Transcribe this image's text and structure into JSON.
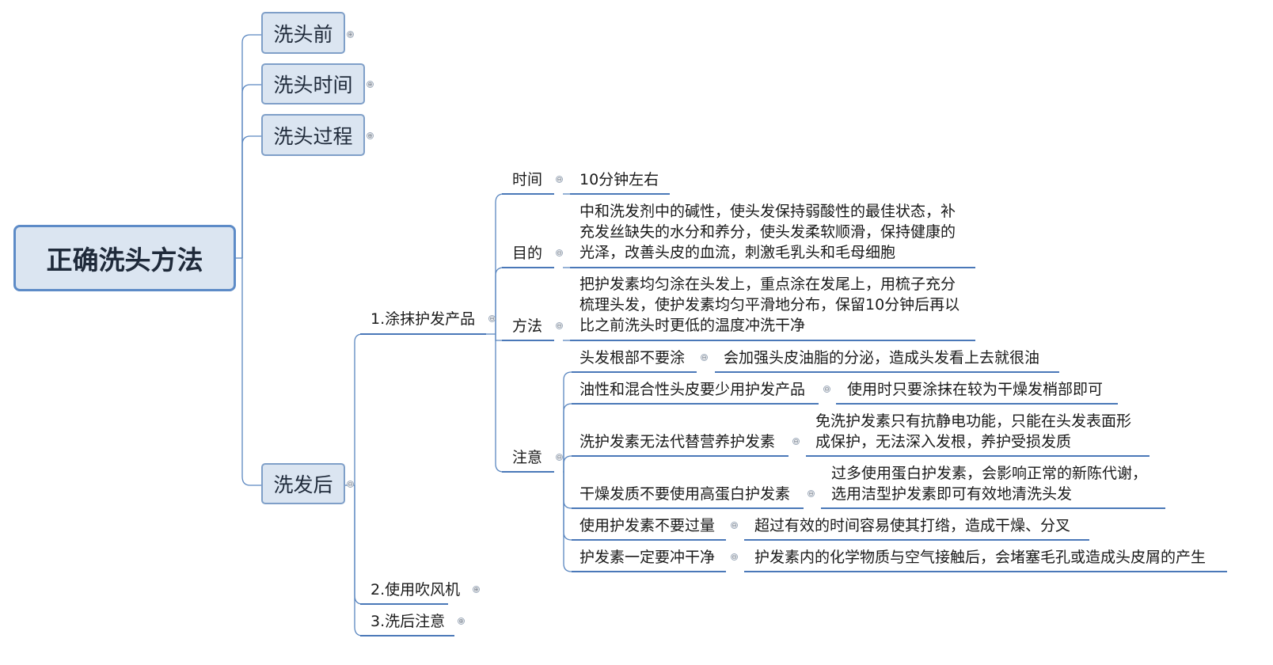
{
  "root": {
    "label": "正确洗头方法"
  },
  "main_topics": [
    {
      "label": "洗头前",
      "toggle": "⊕"
    },
    {
      "label": "洗头时间",
      "toggle": "⊕"
    },
    {
      "label": "洗头过程",
      "toggle": "⊕"
    },
    {
      "label": "洗发后",
      "toggle": "⊖"
    }
  ],
  "after_wash": {
    "branches": [
      {
        "label": "1.涂抹护发产品",
        "toggle": "⊖"
      },
      {
        "label": "2.使用吹风机",
        "toggle": "⊕"
      },
      {
        "label": "3.洗后注意",
        "toggle": "⊕"
      }
    ],
    "product": {
      "time": {
        "label": "时间",
        "detail": "10分钟左右"
      },
      "purpose": {
        "label": "目的",
        "detail_lines": [
          "中和洗发剂中的碱性，使头发保持弱酸性的最佳状态，补",
          "充发丝缺失的水分和养分，使头发柔软顺滑，保持健康的",
          "光泽，改善头皮的血流，刺激毛乳头和毛母细胞"
        ]
      },
      "method": {
        "label": "方法",
        "detail_lines": [
          "把护发素均匀涂在头发上，重点涂在发尾上，用梳子充分",
          "梳理头发，使护发素均匀平滑地分布，保留10分钟后再以",
          "比之前洗头时更低的温度冲洗干净"
        ]
      },
      "notes": {
        "label": "注意",
        "items": [
          {
            "label": "头发根部不要涂",
            "detail_lines": [
              "会加强头皮油脂的分泌，造成头发看上去就很油"
            ]
          },
          {
            "label": "油性和混合性头皮要少用护发产品",
            "detail_lines": [
              "使用时只要涂抹在较为干燥发梢部即可"
            ]
          },
          {
            "label": "洗护发素无法代替营养护发素",
            "detail_lines": [
              "免洗护发素只有抗静电功能，只能在头发表面形",
              "成保护，无法深入发根，养护受损发质"
            ]
          },
          {
            "label": "干燥发质不要使用高蛋白护发素",
            "detail_lines": [
              "过多使用蛋白护发素，会影响正常的新陈代谢，",
              "选用洁型护发素即可有效地清洗头发"
            ]
          },
          {
            "label": "使用护发素不要过量",
            "detail_lines": [
              "超过有效的时间容易使其打绺，造成干燥、分叉"
            ]
          },
          {
            "label": "护发素一定要冲干净",
            "detail_lines": [
              "护发素内的化学物质与空气接触后，会堵塞毛孔或造成头皮屑的产生"
            ]
          }
        ]
      }
    }
  },
  "colors": {
    "topic_fill": "#dbe5f1",
    "topic_border": "#7f9fc8",
    "line": "#5b87c0"
  }
}
